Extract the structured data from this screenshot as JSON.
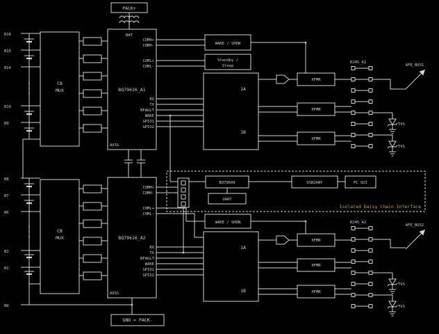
{
  "colors": {
    "background": "#000000",
    "line": "#d4d4d4",
    "iso_note": "#c8a064"
  },
  "diagram": {
    "pack_plus": "PACK+",
    "pack_minus": "GND = PACK-",
    "iso_note": "Isolated Daisy Chain Interface",
    "afe_bus_1": "AFE_BUS1",
    "afe_bus_2": "AFE_BUS2"
  },
  "a1": {
    "cells": [
      "B16",
      "B15",
      "B14",
      "B10",
      "B9"
    ],
    "cb": "CB",
    "mux": "MUX",
    "ic": "BQ79616_A1",
    "bat_pin": "BAT",
    "avss": "AVSS",
    "pins": {
      "comhp": "COMH+",
      "comhn": "COMH-",
      "comlp": "COML+",
      "comln": "COML-"
    },
    "cluster": [
      "RX",
      "TX",
      "NFAULT",
      "WAKE",
      "GPIO1",
      "GPIO2"
    ],
    "wake_box": "WAKE / SHDN",
    "standby_1": "Standby /",
    "standby_2": "Sleep",
    "ch_a": "1A",
    "ch_b": "1B",
    "xfmr": "XFMR",
    "conn": "RJ45_A1",
    "tvs": "TVS"
  },
  "a2": {
    "cells": [
      "B8",
      "B7",
      "B6",
      "B2",
      "B1",
      "B0"
    ],
    "cb": "CB",
    "mux": "MUX",
    "ic": "BQ79616_A2",
    "avss": "AVSS",
    "pins": {
      "comhp": "COMH+",
      "comhn": "COMH-",
      "comlp": "COML+",
      "comln": "COML-"
    },
    "cluster": [
      "RX",
      "TX",
      "NFAULT",
      "WAKE",
      "GPIO1",
      "GPIO2"
    ],
    "wake_box": "WAKE / SHDN",
    "ch_a": "1A",
    "ch_b": "1B",
    "xfmr": "XFMR",
    "conn": "RJ45_A2",
    "tvs": "TVS"
  },
  "bridge": {
    "bq": "BQ79600",
    "uart": "UART",
    "usb": "USB2ANY",
    "pc": "PC GUI"
  }
}
